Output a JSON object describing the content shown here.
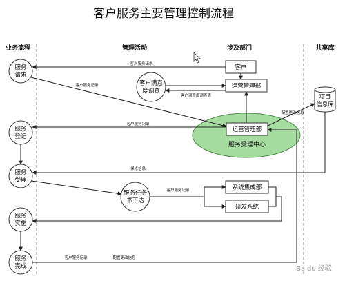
{
  "title": "客户服务主要管理控制流程",
  "columns": {
    "business": "业务流程",
    "management": "管理活动",
    "departments": "涉及部门",
    "shared": "共享库"
  },
  "nodes": {
    "req_l1": "服务",
    "req_l2": "请求",
    "reg_l1": "服务",
    "reg_l2": "登记",
    "acc_l1": "服务",
    "acc_l2": "受理",
    "impl_l1": "服务",
    "impl_l2": "实施",
    "done_l1": "服务",
    "done_l2": "完成",
    "survey_l1": "客户满意",
    "survey_l2": "度调查",
    "task_l1": "服务任务",
    "task_l2": "书下达",
    "customer": "客户",
    "ops1": "运营管理部",
    "ops2": "运营管理部",
    "syseng": "系统集成部",
    "rnd": "研发系统",
    "db_l1": "项目",
    "db_l2": "信息库",
    "center": "服务受理中心"
  },
  "edges": {
    "e_request": "客户服务请求",
    "e_record1": "客户服务记录",
    "e_survey": "客户满意度调查表",
    "e_record2": "客户服务记录",
    "e_config1": "配置更改信息",
    "e_maint": "保修信息",
    "e_record3": "客户服务记录",
    "e_record4": "客户服务记录",
    "e_config2": "配置更改信息"
  },
  "watermark": "Baidu 经验"
}
